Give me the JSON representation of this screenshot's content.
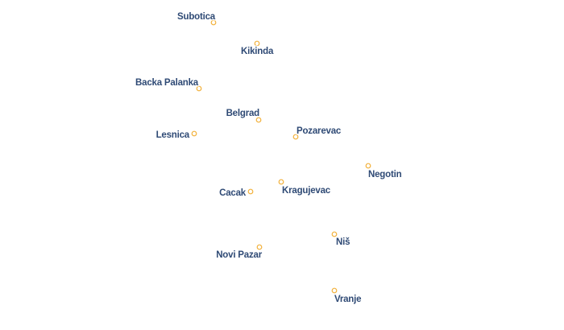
{
  "colors": {
    "background": "#ffffff",
    "label": "#2f4a75",
    "label_halo": "#ffffff",
    "marker": "#f2b13b"
  },
  "cities": [
    {
      "id": "subotica",
      "name": "Subotica"
    },
    {
      "id": "kikinda",
      "name": "Kikinda"
    },
    {
      "id": "backa-palanka",
      "name": "Backa Palanka"
    },
    {
      "id": "belgrad",
      "name": "Belgrad"
    },
    {
      "id": "lesnica",
      "name": "Lesnica"
    },
    {
      "id": "pozarevac",
      "name": "Pozarevac"
    },
    {
      "id": "negotin",
      "name": "Negotin"
    },
    {
      "id": "cacak",
      "name": "Cacak"
    },
    {
      "id": "kragujevac",
      "name": "Kragujevac"
    },
    {
      "id": "nis",
      "name": "Niš"
    },
    {
      "id": "novi-pazar",
      "name": "Novi Pazar"
    },
    {
      "id": "vranje",
      "name": "Vranje"
    }
  ]
}
